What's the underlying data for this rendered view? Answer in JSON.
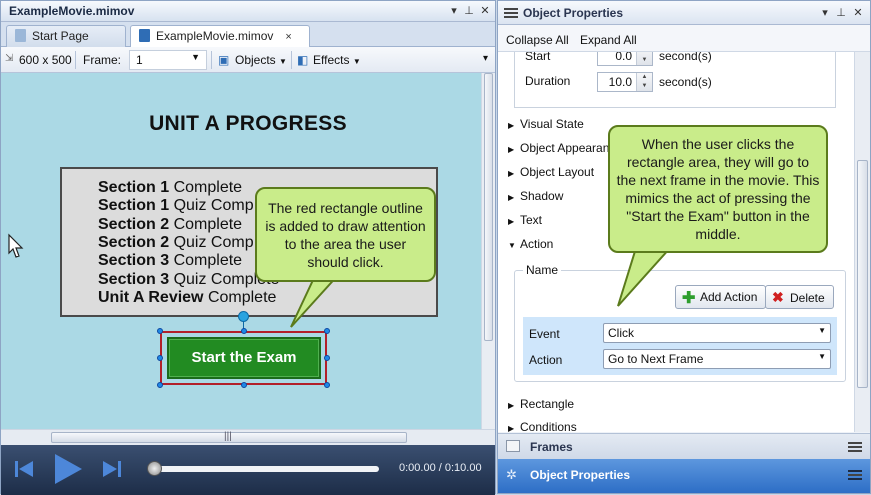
{
  "document": {
    "title": "ExampleMovie.mimov",
    "tabs": [
      {
        "label": "Start Page"
      },
      {
        "label": "ExampleMovie.mimov",
        "close": "×"
      }
    ],
    "toolbar": {
      "size": "600 x 500",
      "frame_label": "Frame:",
      "frame_value": "1",
      "objects_label": "Objects",
      "effects_label": "Effects"
    }
  },
  "stage": {
    "title": "UNIT A PROGRESS",
    "rows": [
      {
        "bold": "Section 1",
        "rest": " Complete"
      },
      {
        "bold": "Section 1",
        "rest": " Quiz Comp"
      },
      {
        "bold": "Section 2",
        "rest": " Complete"
      },
      {
        "bold": "Section 2",
        "rest": " Quiz Comp"
      },
      {
        "bold": "Section 3",
        "rest": " Complete"
      },
      {
        "bold": "Section 3",
        "rest": " Quiz Complete"
      },
      {
        "bold": "Unit A Review",
        "rest": " Complete"
      }
    ],
    "button_label": "Start the Exam",
    "callout_left": "The red rectangle outline is added to draw attention to the area the user should click."
  },
  "player": {
    "time": "0:00.00 / 0:10.00"
  },
  "properties": {
    "title": "Object Properties",
    "collapse_all": "Collapse All",
    "expand_all": "Expand All",
    "start_label": "Start",
    "start_value": "0.0",
    "duration_label": "Duration",
    "duration_value": "10.0",
    "unit": "second(s)",
    "sections": [
      {
        "label": "Visual State",
        "expanded": false
      },
      {
        "label": "Object Appearan",
        "expanded": false
      },
      {
        "label": "Object Layout",
        "expanded": false
      },
      {
        "label": "Shadow",
        "expanded": false
      },
      {
        "label": "Text",
        "expanded": false
      },
      {
        "label": "Action",
        "expanded": true
      }
    ],
    "action": {
      "name_label": "Name",
      "add_action": "Add Action",
      "delete": "Delete",
      "event_label": "Event",
      "event_value": "Click",
      "action_label": "Action",
      "action_value": "Go to Next Frame"
    },
    "sections_after": [
      {
        "label": "Rectangle"
      },
      {
        "label": "Conditions"
      }
    ],
    "callout_right": "When the user clicks the rectangle area, they will go to the next frame in the movie. This mimics the act of pressing the \"Start the Exam\" button in the middle.",
    "bottom_bars": [
      "Frames",
      "Object Properties"
    ]
  }
}
